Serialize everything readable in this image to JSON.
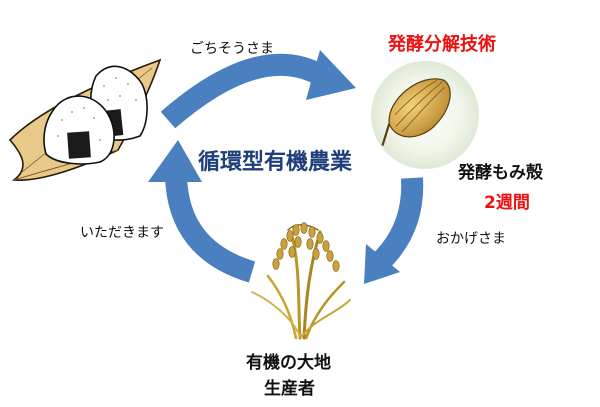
{
  "center_title": "循環型有機農業",
  "technology_title": "発酵分解技術",
  "nodes": {
    "rice_husk": {
      "label": "発酵もみ殻",
      "duration": "2週間",
      "icon": "fermented-rice-husk"
    },
    "producer": {
      "line1": "有機の大地",
      "line2": "生産者",
      "icon": "rice-plant"
    },
    "consumer": {
      "icon": "rice-balls"
    }
  },
  "arrows": {
    "top": "ごちそうさま",
    "right": "おかげさま",
    "left": "いただきます"
  },
  "colors": {
    "arrow": "#4a7fc0",
    "accent_red": "#ee1111",
    "title_blue": "#1f3f7a"
  }
}
